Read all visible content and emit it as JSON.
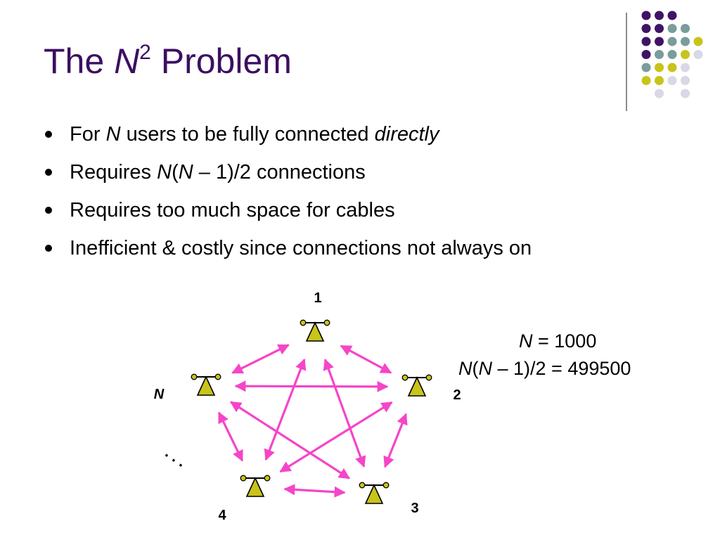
{
  "title": {
    "prefix": "The ",
    "n": "N",
    "sup": "2",
    "suffix": " Problem"
  },
  "bullets": [
    {
      "parts": [
        "For ",
        "N",
        " users to be fully connected ",
        "directly"
      ]
    },
    {
      "parts": [
        "Requires ",
        "N",
        "(",
        "N",
        " – 1)/2 connections"
      ]
    },
    {
      "parts": [
        "Requires too much space for cables"
      ]
    },
    {
      "parts": [
        "Inefficient & costly since connections not always on"
      ]
    }
  ],
  "diagram": {
    "nodes": [
      {
        "id": "1",
        "label": "1"
      },
      {
        "id": "2",
        "label": "2"
      },
      {
        "id": "3",
        "label": "3"
      },
      {
        "id": "4",
        "label": "4"
      },
      {
        "id": "N",
        "label": "N"
      }
    ],
    "edges": [
      [
        "1",
        "2"
      ],
      [
        "1",
        "3"
      ],
      [
        "1",
        "4"
      ],
      [
        "1",
        "N"
      ],
      [
        "2",
        "3"
      ],
      [
        "2",
        "4"
      ],
      [
        "2",
        "N"
      ],
      [
        "3",
        "4"
      ],
      [
        "3",
        "N"
      ],
      [
        "4",
        "N"
      ]
    ],
    "ellipsis": ". . .",
    "arrow_color": "#f545c8",
    "phone_color": "#c8c41a"
  },
  "equations": {
    "line1": {
      "n": "N",
      "rest": " = 1000"
    },
    "line2": {
      "n1": "N",
      "p1": "(",
      "n2": "N",
      "rest": " – 1)/2 = 499500"
    }
  },
  "theme": {
    "title_color": "#3a1060",
    "dot_colors": [
      "#3f1466",
      "#7a9c9a",
      "#c8c41a",
      "#d8d8e6"
    ]
  }
}
